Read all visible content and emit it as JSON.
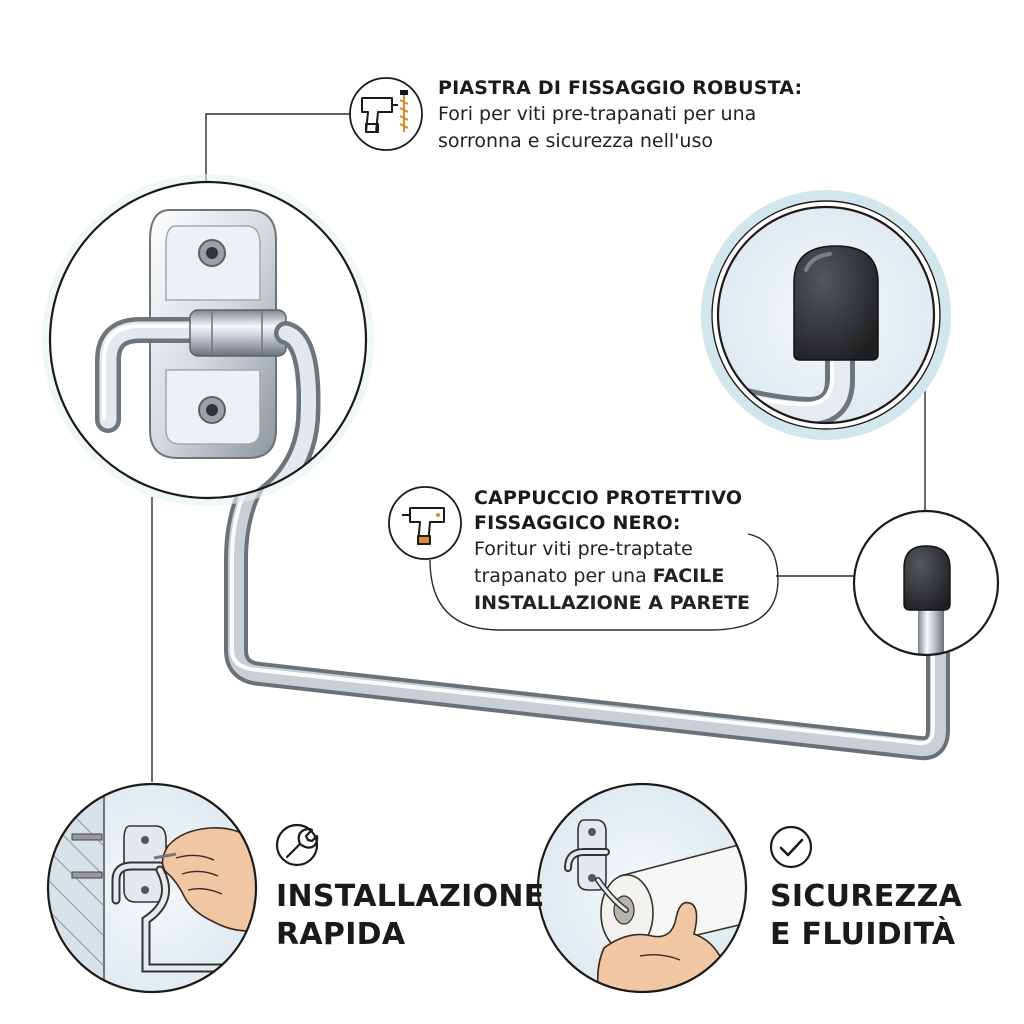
{
  "top_callout": {
    "title": "PIASTRA DI FISSAGGIO ROBUSTA:",
    "line1": "Fori per viti pre-trapanati per una",
    "line2": "sorronna e sicurezza nell'uso",
    "icon": "drill-and-screw-icon"
  },
  "mid_callout": {
    "title_line1": "CAPPUCCIO PROTETTIVO",
    "title_line2": "FISSAGGICO NERO:",
    "line1": "Foritur viti pre-traptate",
    "line2_plain": "trapanato per una ",
    "line2_strong": "FACILE",
    "line3_strong": "INSTALLAZIONE A PARETE",
    "icon": "drill-icon"
  },
  "features": [
    {
      "line1": "INSTALLAZIONE",
      "line2": "RAPIDA",
      "icon": "wrench-icon"
    },
    {
      "line1": "SICUREZZA",
      "line2": "E FLUIDITÀ",
      "icon": "check-circle-icon"
    }
  ],
  "colors": {
    "chrome_light": "#f4f6f8",
    "chrome_mid": "#b9c0c6",
    "chrome_dark": "#6d757c",
    "cap_black": "#2a2c2e",
    "outline": "#1a1a1a",
    "glow": "#cfe7ee"
  }
}
